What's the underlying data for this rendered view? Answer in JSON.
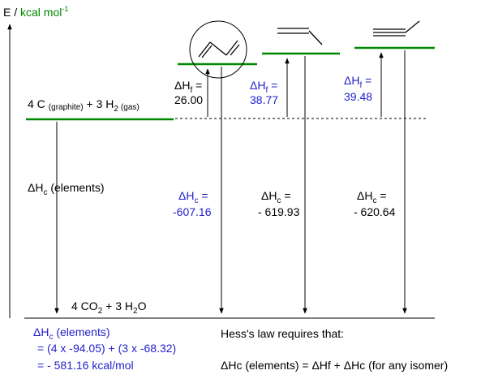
{
  "axis": {
    "label_e": "E",
    "label_slash": " / ",
    "label_unit": "kcal mol",
    "label_unit_sup": "-1"
  },
  "colors": {
    "level": "#008800",
    "blue_text": "#2222cc",
    "black": "#000000"
  },
  "elements_level": {
    "c_count": "4 C",
    "c_state": "(graphite)",
    "plus": " + 3 H",
    "h_sub": "2",
    "h_state": "(gas)"
  },
  "combustion_level": {
    "co2": "4 CO",
    "co2_sub": "2",
    "plus_h2o": " +  3 H",
    "h2o_sub": "2",
    "h2o_tail": "O"
  },
  "dhc_elements": {
    "delta": "ΔH",
    "sub": "c",
    "label": " (elements)"
  },
  "isomers": [
    {
      "name": "1,3-butadiene",
      "dhf_delta": "ΔH",
      "dhf_sub": "f",
      "dhf_eq": " =",
      "dhf_value": "26.00",
      "dhc_delta": "ΔH",
      "dhc_sub": "c",
      "dhc_eq": " =",
      "dhc_value": "-607.16"
    },
    {
      "name": "1,2-butadiene",
      "dhf_delta": "ΔH",
      "dhf_sub": "f",
      "dhf_eq": " =",
      "dhf_value": "38.77",
      "dhc_delta": "ΔH",
      "dhc_sub": "c",
      "dhc_eq": " =",
      "dhc_value": "- 619.93"
    },
    {
      "name": "1-butyne",
      "dhf_delta": "ΔH",
      "dhf_sub": "f",
      "dhf_eq": " =",
      "dhf_value": "39.48",
      "dhc_delta": "ΔH",
      "dhc_sub": "c",
      "dhc_eq": " =",
      "dhc_value": "- 620.64"
    }
  ],
  "calc": {
    "delta": "ΔH",
    "sub": "c",
    "head": " (elements)",
    "line2": "= (4 x -94.05) + (3 x -68.32)",
    "line3": "= - 581.16 kcal/mol"
  },
  "hess": {
    "line1": "Hess's law requires that:",
    "line2": "ΔHc (elements) = ΔHf + ΔHc (for any isomer)"
  }
}
